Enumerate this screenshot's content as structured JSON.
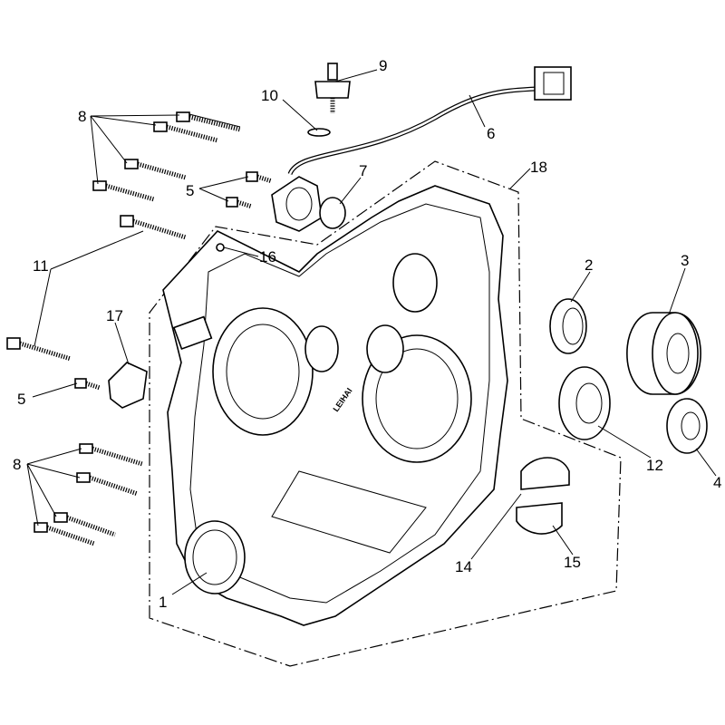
{
  "diagram": {
    "title": "Crankcase exploded view",
    "engraving": "LEIHAI",
    "callouts": {
      "c1": "1",
      "c2": "2",
      "c3": "3",
      "c4": "4",
      "c5a": "5",
      "c5b": "5",
      "c6": "6",
      "c7": "7",
      "c8a": "8",
      "c8b": "8",
      "c9": "9",
      "c10": "10",
      "c11": "11",
      "c12": "12",
      "c14": "14",
      "c15": "15",
      "c16": "16",
      "c17": "17",
      "c18": "18"
    }
  }
}
